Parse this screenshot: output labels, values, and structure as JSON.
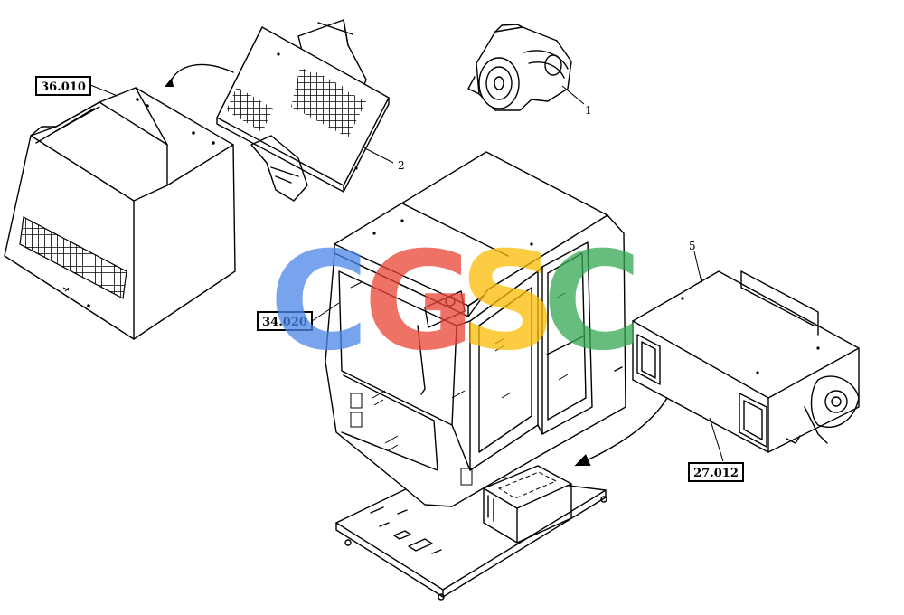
{
  "references": {
    "ref_36_010": "36.010",
    "ref_34_020": "34.020",
    "ref_27_012": "27.012"
  },
  "item_numbers": {
    "item_1": "1",
    "item_2": "2",
    "item_5": "5"
  },
  "watermark": {
    "letters": [
      "C",
      "G",
      "S",
      "C"
    ],
    "colors": [
      "#4a86e8",
      "#ea4335",
      "#fbbc05",
      "#34a853"
    ]
  }
}
